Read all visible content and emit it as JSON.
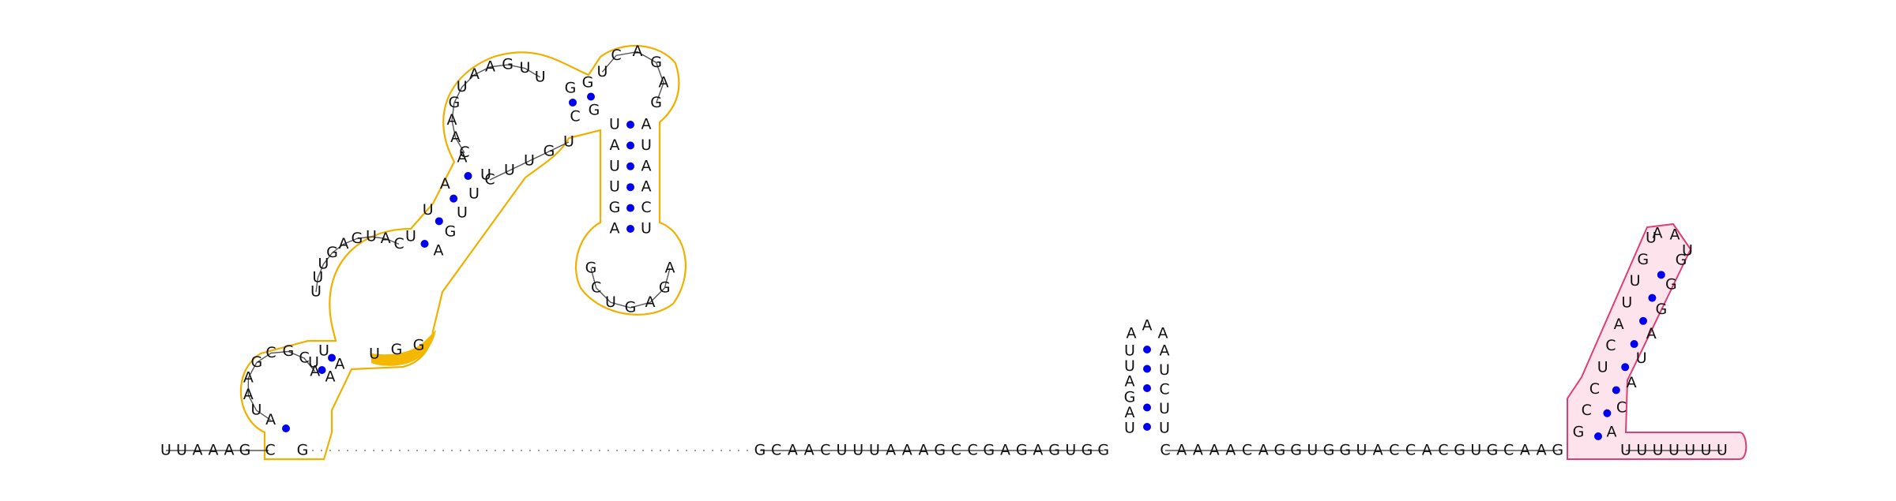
{
  "diagram": {
    "left_tail": "UUAAAG",
    "right_strand": "GCAACUUUAAAGCCGAGAGUGG",
    "middle_strand": "CAAAACAGGUGGUACCACGUGCAAG",
    "tail_3prime": "UUUUUUU",
    "hairpin_small": {
      "left_bases": "UAGAUU",
      "loop_bases": "AAA",
      "right_bases": "UUCUA"
    },
    "pink_hairpin": {
      "left_bases": "GCCUCAUUGU",
      "loop_bases": "AAU",
      "right_bases": "ACAUAGGG"
    },
    "orange_domain": {
      "root_left": "C",
      "root_right": "G",
      "loop1_bases": "AUAAGCGCA",
      "stem2_left": "UU",
      "stem2_right": "AA",
      "interior_bases": "UUUGAGUAC",
      "highlight_bases": "UGG",
      "stem3_left": "UUAA",
      "stem3_right": "AGUUU",
      "loop3_bases": "CAAGUAAGUU",
      "stem4_left": "GG",
      "stem4_right": "CG",
      "loop4_bases": "UCAGAG",
      "stem5_left": "UAUUGA",
      "stem5_right": "AUAACU",
      "loop5_bases": "AGAGUCG",
      "junction_bases": "CUUGU"
    },
    "colors": {
      "base_text": "#111111",
      "pair_dot": "#0000ee",
      "orange_outline": "#f0b000",
      "orange_highlight": "#f5b800",
      "pink_outline": "#e03c78",
      "pink_fill": "#fde4ec"
    }
  }
}
